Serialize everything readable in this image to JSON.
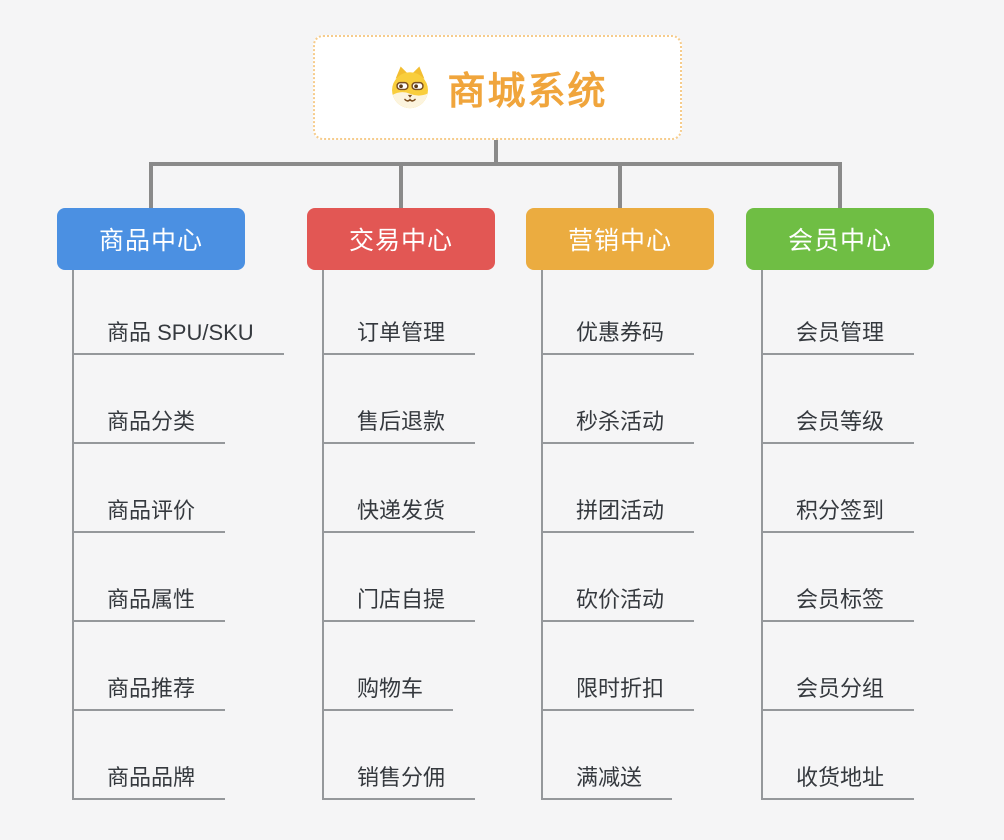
{
  "canvas": {
    "background": "#F5F5F6"
  },
  "root": {
    "title": "商城系统",
    "icon": "dog-face-icon",
    "text_color": "#F0A53C",
    "border_color": "#F6CC8C",
    "background": "#FFFFFF"
  },
  "connectors": {
    "top_line_color": "#8A8A8A",
    "child_line_color": "#95989B"
  },
  "branches": [
    {
      "label": "商品中心",
      "color": "#4B90E2",
      "children": [
        "商品 SPU/SKU",
        "商品分类",
        "商品评价",
        "商品属性",
        "商品推荐",
        "商品品牌"
      ]
    },
    {
      "label": "交易中心",
      "color": "#E25754",
      "children": [
        "订单管理",
        "售后退款",
        "快递发货",
        "门店自提",
        "购物车",
        "销售分佣"
      ]
    },
    {
      "label": "营销中心",
      "color": "#EBAC40",
      "children": [
        "优惠券码",
        "秒杀活动",
        "拼团活动",
        "砍价活动",
        "限时折扣",
        "满减送"
      ]
    },
    {
      "label": "会员中心",
      "color": "#6FBE44",
      "children": [
        "会员管理",
        "会员等级",
        "积分签到",
        "会员标签",
        "会员分组",
        "收货地址"
      ]
    }
  ]
}
